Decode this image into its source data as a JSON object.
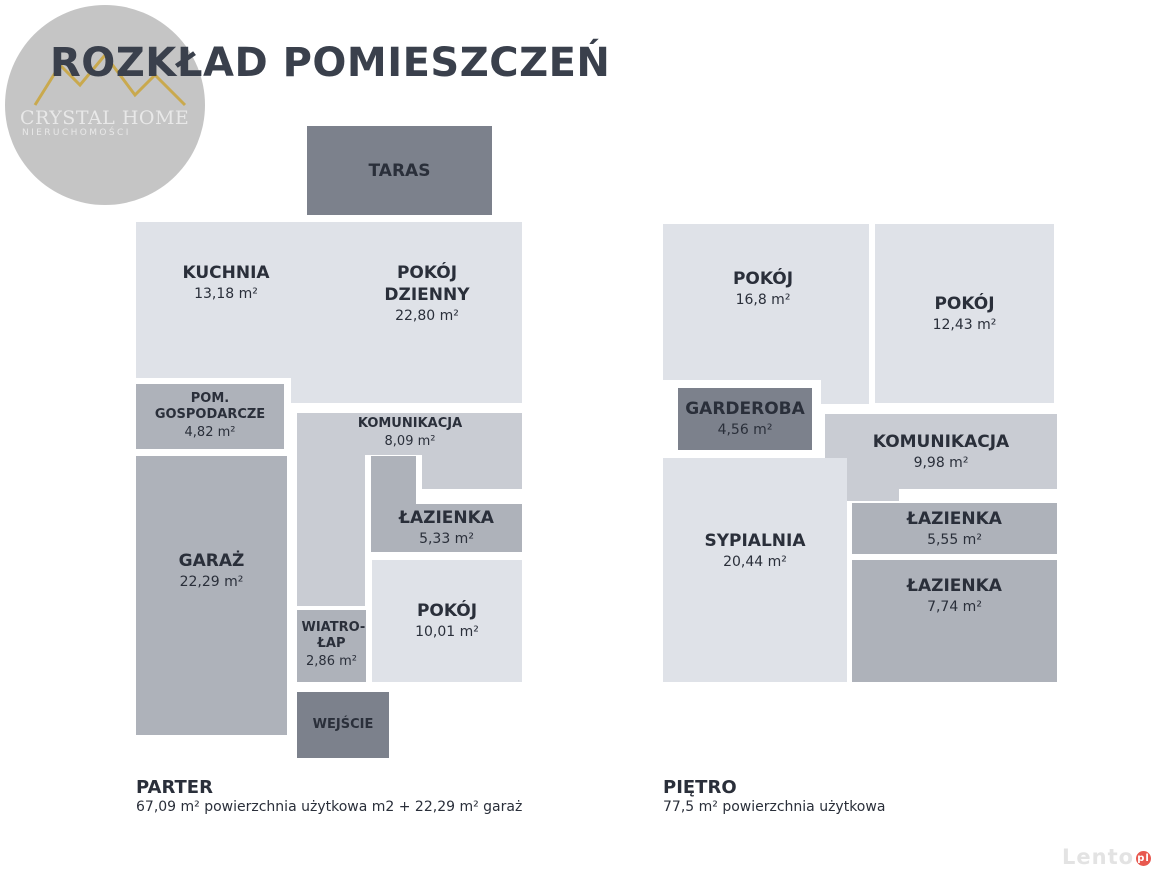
{
  "title": "ROZKŁAD POMIESZCZEŃ",
  "logo": {
    "name": "CRYSTAL HOME",
    "sub": "NIERUCHOMOŚCI"
  },
  "parter": {
    "taras": "TARAS",
    "kuchnia": {
      "name": "KUCHNIA",
      "area": "13,18 m²"
    },
    "pokoj_dzienny": {
      "name": "POKÓJ DZIENNY",
      "area": "22,80 m²"
    },
    "pom_gospodarcze": {
      "name": "POM. GOSPODARCZE",
      "area": "4,82 m²"
    },
    "komunikacja": {
      "name": "KOMUNIKACJA",
      "area": "8,09 m²"
    },
    "lazienka": {
      "name": "ŁAZIENKA",
      "area": "5,33 m²"
    },
    "garaz": {
      "name": "GARAŻ",
      "area": "22,29 m²"
    },
    "pokoj": {
      "name": "POKÓJ",
      "area": "10,01 m²"
    },
    "wiatrolap": {
      "name": "WIATRO-ŁAP",
      "area": "2,86 m²"
    },
    "wejscie": "WEJŚCIE",
    "caption_title": "PARTER",
    "caption_text": "67,09 m² powierzchnia użytkowa m2 + 22,29 m² garaż"
  },
  "pietro": {
    "pokoj1": {
      "name": "POKÓJ",
      "area": "16,8 m²"
    },
    "pokoj2": {
      "name": "POKÓJ",
      "area": "12,43 m²"
    },
    "garderoba": {
      "name": "GARDEROBA",
      "area": "4,56 m²"
    },
    "komunikacja": {
      "name": "KOMUNIKACJA",
      "area": "9,98 m²"
    },
    "lazienka1": {
      "name": "ŁAZIENKA",
      "area": "5,55 m²"
    },
    "sypialnia": {
      "name": "SYPIALNIA",
      "area": "20,44 m²"
    },
    "lazienka2": {
      "name": "ŁAZIENKA",
      "area": "7,74 m²"
    },
    "caption_title": "PIĘTRO",
    "caption_text": "77,5 m² powierzchnia użytkowa"
  },
  "watermark": {
    "text": "Lento",
    "badge": "pl"
  }
}
